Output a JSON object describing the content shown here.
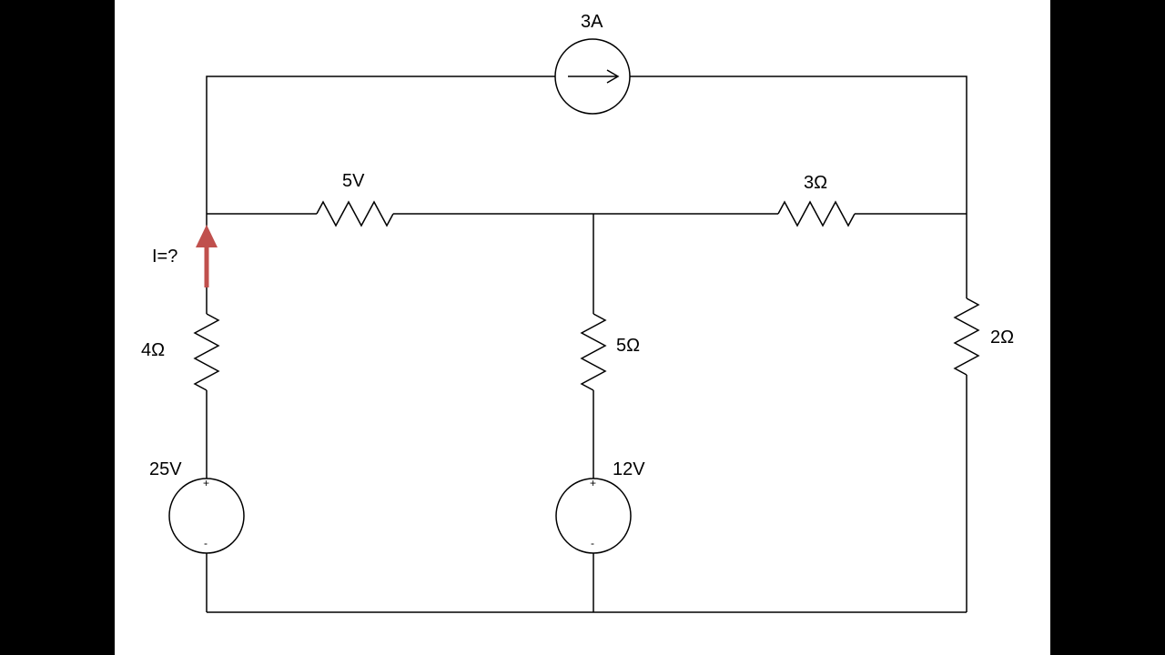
{
  "colors": {
    "background": "#000000",
    "canvas": "#ffffff",
    "wire": "#000000",
    "current_arrow": "#c0504d"
  },
  "labels": {
    "current_source": "3A",
    "top_left_resistor": "5V",
    "top_right_resistor": "3Ω",
    "left_resistor": "4Ω",
    "middle_resistor": "5Ω",
    "right_resistor": "2Ω",
    "left_voltage_source": "25V",
    "middle_voltage_source": "12V",
    "unknown_current": "I=?"
  },
  "polarity": {
    "plus": "+",
    "minus": "-"
  },
  "icons": {
    "current_source": "arrow-right-in-circle",
    "unknown_current": "arrow-up"
  }
}
